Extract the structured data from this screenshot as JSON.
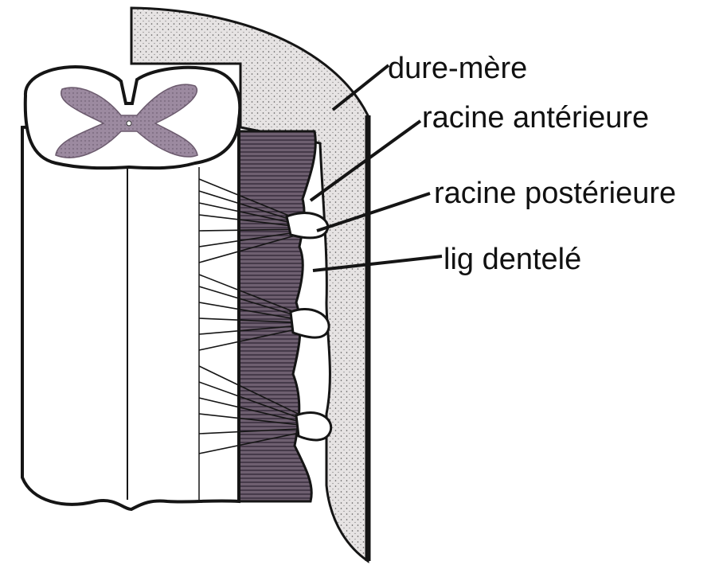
{
  "diagram": {
    "labels": {
      "dura": "dure-mère",
      "anterior_root": "racine antérieure",
      "posterior_root": "racine postérieure",
      "ligament": "lig dentelé"
    },
    "colors": {
      "ink": "#151515",
      "grey_matter": "#8c7a8e",
      "ligament_fill": "#5a4c5c",
      "dura_fill": "#d9d6d6"
    }
  }
}
